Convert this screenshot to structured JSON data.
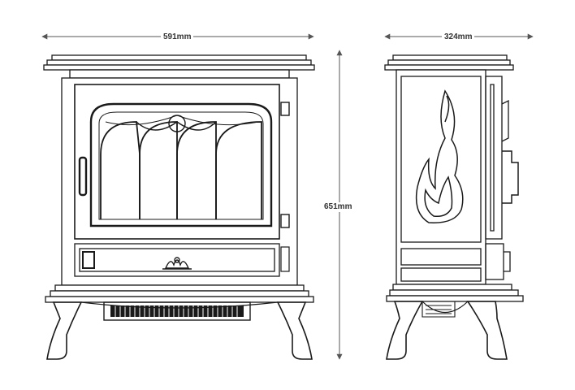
{
  "dimensions": {
    "width": "591mm",
    "depth": "324mm",
    "height": "651mm"
  },
  "colors": {
    "line": "#1a1a1a",
    "dimension_line": "#555555",
    "background": "#ffffff"
  }
}
